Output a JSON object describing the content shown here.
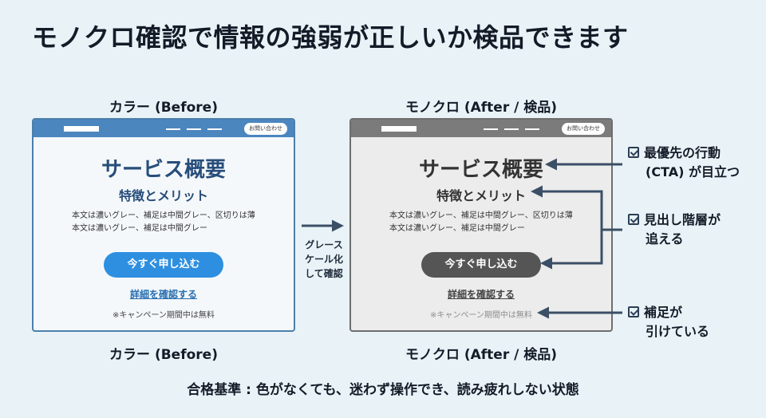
{
  "title": "モノクロ確認で情報の強弱が正しいか検品できます",
  "color_panel": {
    "label_top": "カラー (Before)",
    "label_bottom": "カラー (Before)",
    "contact": "お問い合わせ",
    "heading": "サービス概要",
    "subheading": "特徴とメリット",
    "body_line1": "本文は濃いグレー、補足は中間グレー、区切りは薄",
    "body_line2": "本文は濃いグレー、補足は中間グレー",
    "cta": "今すぐ申し込む",
    "link": "詳細を確認する",
    "note": "※キャンペーン期間中は無料"
  },
  "mono_panel": {
    "label_top": "モノクロ (After / 検品)",
    "label_bottom": "モノクロ (After / 検品)",
    "contact": "お問い合わせ",
    "heading": "サービス概要",
    "subheading": "特徴とメリット",
    "body_line1": "本文は濃いグレー、補足は中間グレー、区切りは薄",
    "body_line2": "本文は濃いグレー、補足は中間グレー",
    "cta": "今すぐ申し込む",
    "link": "詳細を確認する",
    "note": "※キャンペーン期間中は無料"
  },
  "grayscale": {
    "line1": "グレース",
    "line2": "ケール化",
    "line3": "して確認"
  },
  "checks": [
    {
      "line1": "最優先の行動",
      "line2": "(CTA) が目立つ"
    },
    {
      "line1": "見出し階層が",
      "line2": "追える"
    },
    {
      "line1": "補足が",
      "line2": "引けている"
    }
  ],
  "criteria": "合格基準 : 色がなくても、迷わず操作でき、読み疲れしない状態",
  "colors": {
    "background": "#e9f3f7",
    "color_accent": "#4b86bf",
    "cta_blue": "#2e8fe0",
    "mono_bar": "#7b7b7b",
    "arrow": "#3b4f66"
  }
}
